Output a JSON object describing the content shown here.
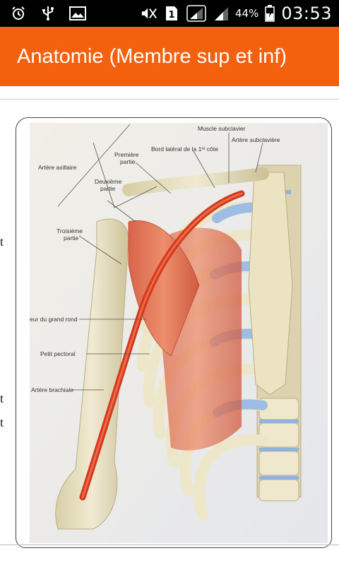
{
  "status_bar": {
    "icons_left": [
      "alarm-icon",
      "usb-icon",
      "image-icon"
    ],
    "icons_right": [
      "mute-icon",
      "sim-icon",
      "signal-icon",
      "signal-icon",
      "battery-icon"
    ],
    "sim_slot": "1",
    "battery_percent": "44%",
    "time": "03:53"
  },
  "app_bar": {
    "title": "Anatomie (Membre sup et inf)",
    "background": "#f4610e"
  },
  "content": {
    "left_fragments": [
      "t",
      "t",
      "t"
    ],
    "figure": {
      "labels": {
        "arteria_axillaire": "Artère axillaire",
        "premiere_partie": "Première",
        "premiere_partie_2": "partie",
        "deuxieme_partie": "Deuxième",
        "deuxieme_partie_2": "partie",
        "troisieme_partie": "Troisième",
        "troisieme_partie_2": "partie",
        "muscle_subclavier": "Muscle subclavier",
        "bord_lateral": "Bord latéral de la 1ʳᵉ côte",
        "artere_subclaviere": "Artère subclavière",
        "grand_rond": "eur du grand rond",
        "petit_pectoral": "Petit pectoral",
        "artere_brachiale": "Artère brachiale"
      }
    }
  }
}
